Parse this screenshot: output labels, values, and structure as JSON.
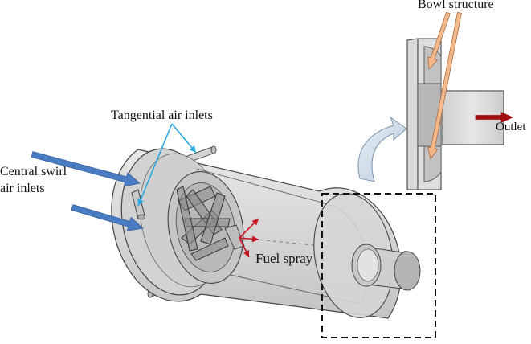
{
  "labels": {
    "bowl_structure": "Bowl structure",
    "tangential_air_inlets": "Tangential air inlets",
    "central_swirl_line1": "Central swirl",
    "central_swirl_line2": "air inlets",
    "fuel_spray": "Fuel spray",
    "outlet": "Outlet"
  },
  "colors": {
    "blue_arrow": "#4a7cc4",
    "cyan_leader": "#29a8e0",
    "red_arrow": "#c8141e",
    "dark_red_arrow": "#a01010",
    "bowl_arrow": "#f2b98c",
    "curved_arrow": "#cfdce8",
    "body_fill": "#dcdcdc",
    "stroke": "#4a4a4a"
  },
  "icons": {
    "inlet_arrows": "blue-arrow-icon",
    "spray_arrows": "red-arrow-icon",
    "outlet_arrow": "dark-red-arrow-icon",
    "magnify_arrow": "curved-arrow-icon"
  }
}
